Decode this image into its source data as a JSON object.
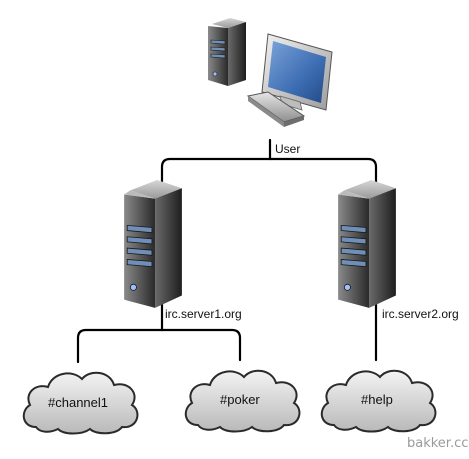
{
  "nodes": {
    "user": {
      "label": "User",
      "icon": "desktop-computer-icon"
    },
    "server1": {
      "label": "irc.server1.org",
      "icon": "server-tower-icon"
    },
    "server2": {
      "label": "irc.server2.org",
      "icon": "server-tower-icon"
    },
    "channel1": {
      "label": "#channel1",
      "icon": "cloud-icon"
    },
    "poker": {
      "label": "#poker",
      "icon": "cloud-icon"
    },
    "help": {
      "label": "#help",
      "icon": "cloud-icon"
    }
  },
  "watermark": "bakker.cc",
  "colors": {
    "line": "#000000",
    "server_body": "#4a4a4a",
    "server_front": "#2e2e2e",
    "drive_slot": "#6f8fb8",
    "screen": "#3a66a8",
    "cloud_fill": "#d8d8d8",
    "cloud_stroke": "#2a2a2a"
  }
}
